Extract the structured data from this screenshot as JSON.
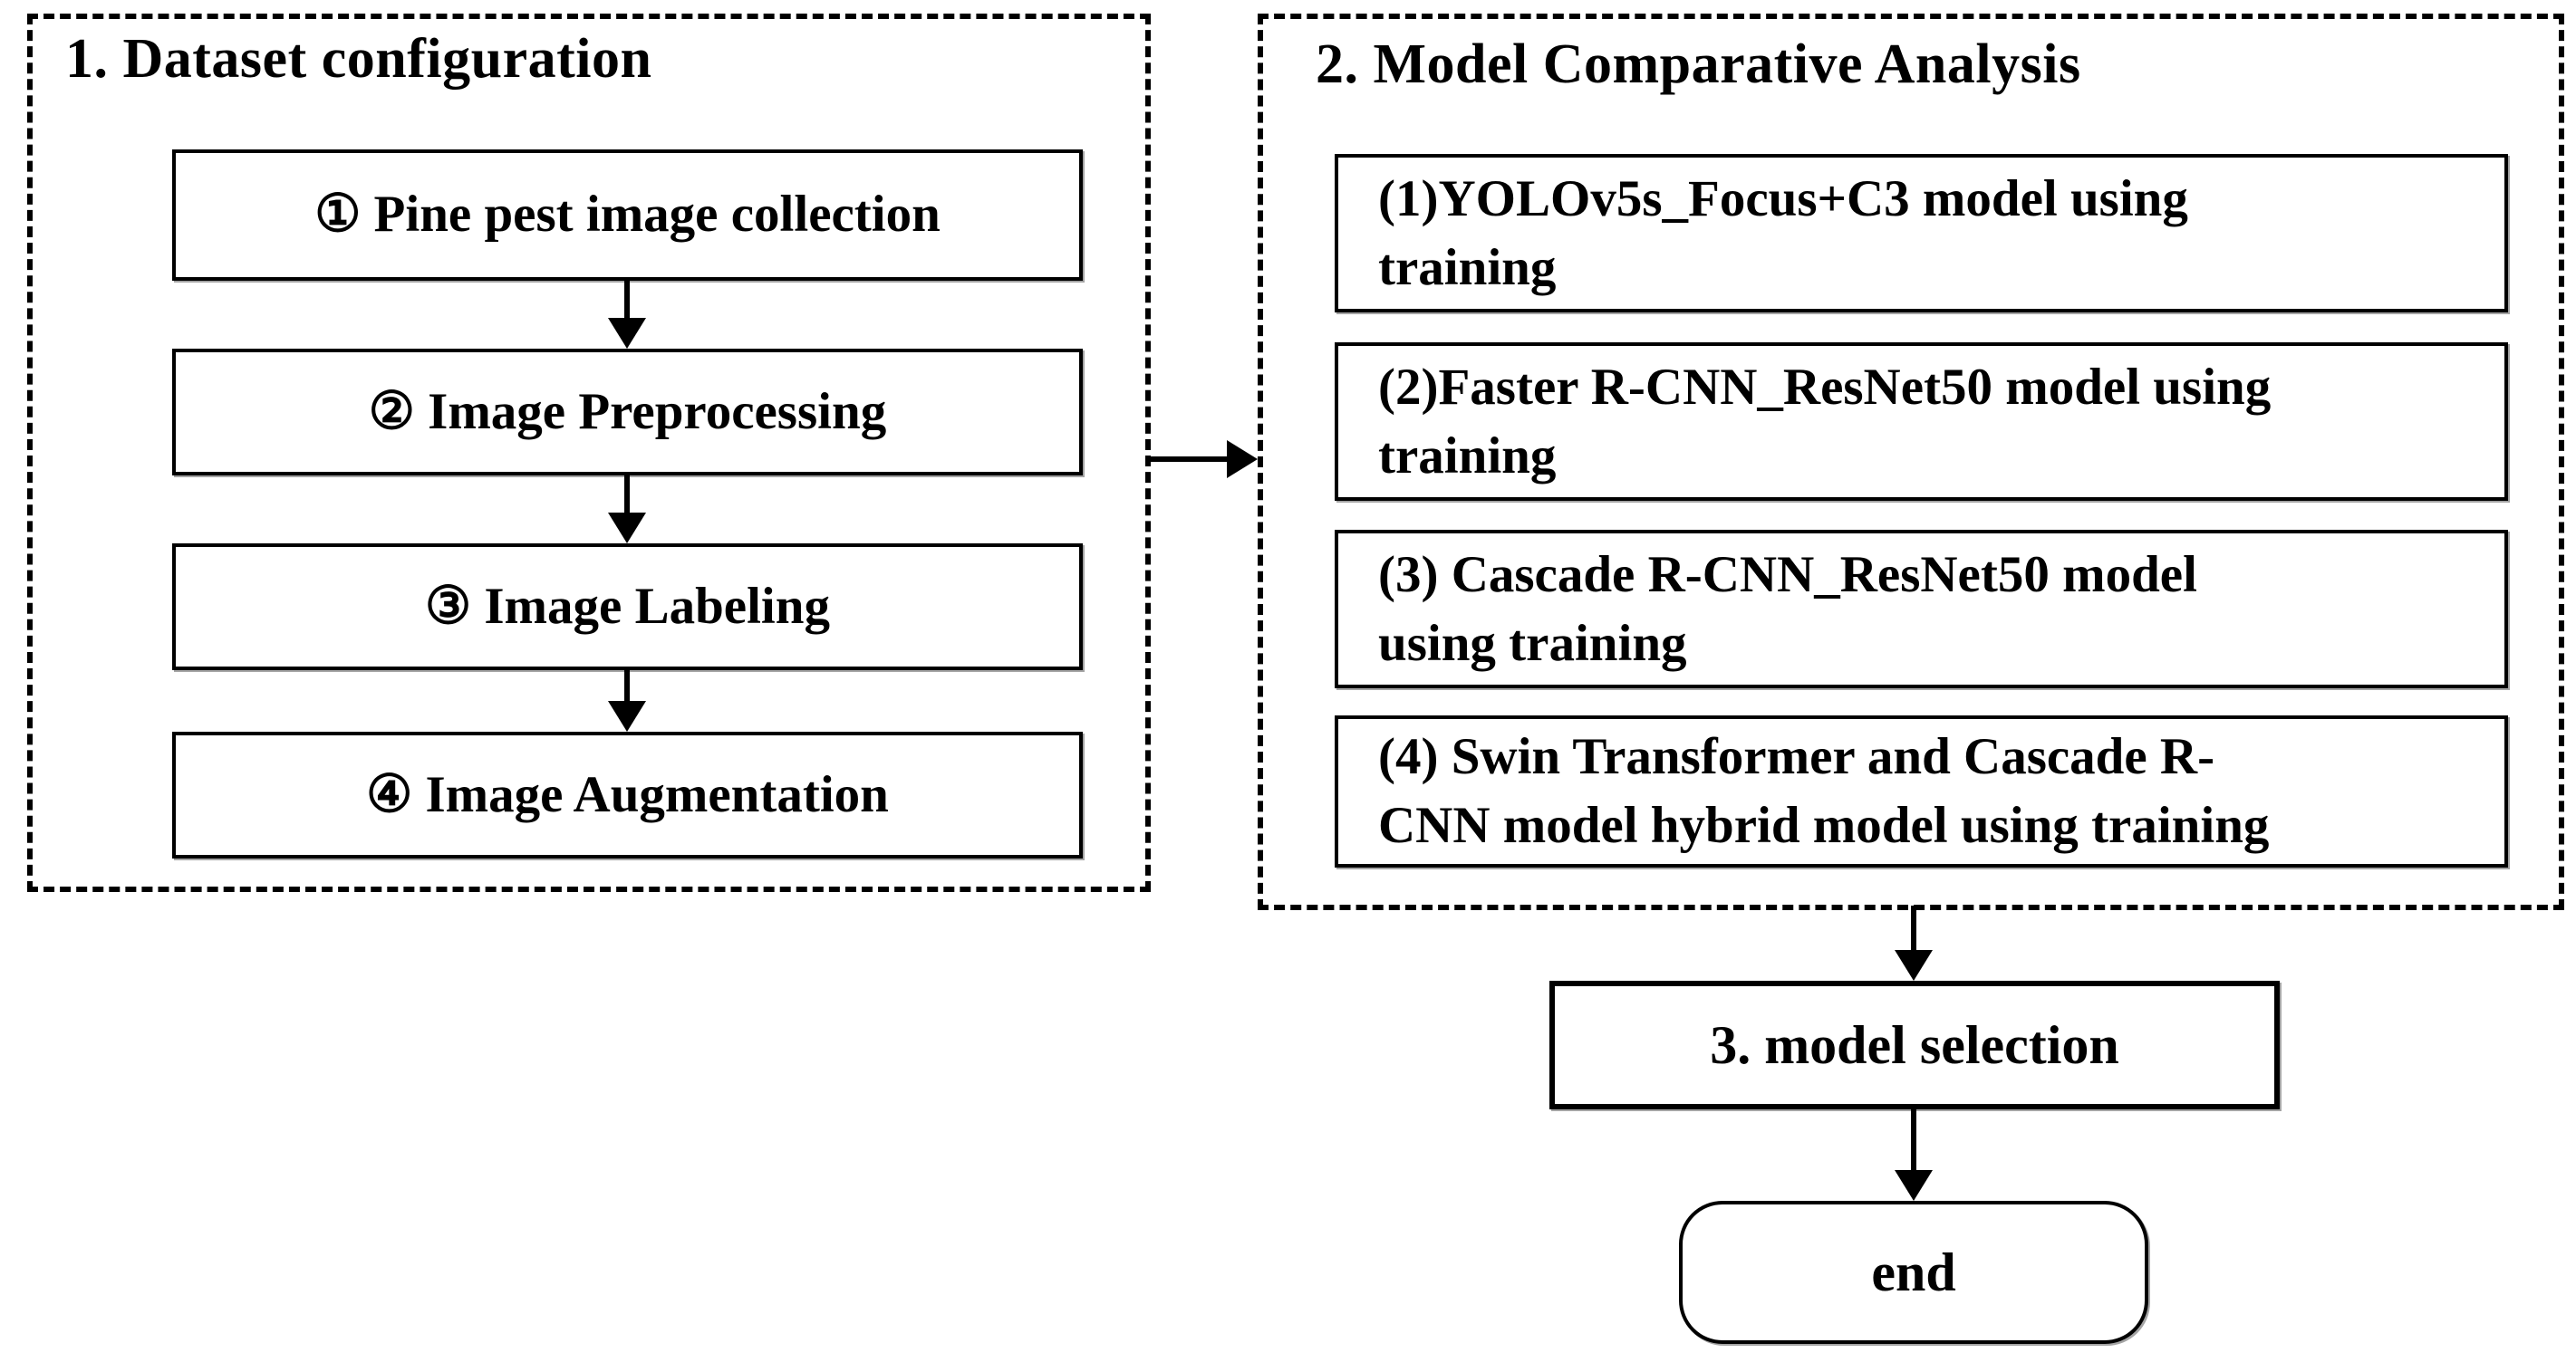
{
  "colors": {
    "ink": "#000000",
    "paper": "#ffffff"
  },
  "panel_dataset": {
    "title": "1. Dataset configuration",
    "steps": [
      "① Pine pest image collection",
      "② Image Preprocessing",
      "③ Image Labeling",
      "④ Image Augmentation"
    ]
  },
  "panel_models": {
    "title": "2. Model Comparative Analysis",
    "models": [
      "(1)YOLOv5s_Focus+C3 model  using\ntraining",
      "(2)Faster R-CNN_ResNet50 model  using\ntraining",
      "(3) Cascade R-CNN_ResNet50 model\nusing training",
      "(4) Swin Transformer and Cascade R-\nCNN model hybrid model using training"
    ]
  },
  "selection": {
    "label": "3. model selection"
  },
  "terminal": {
    "label": "end"
  }
}
